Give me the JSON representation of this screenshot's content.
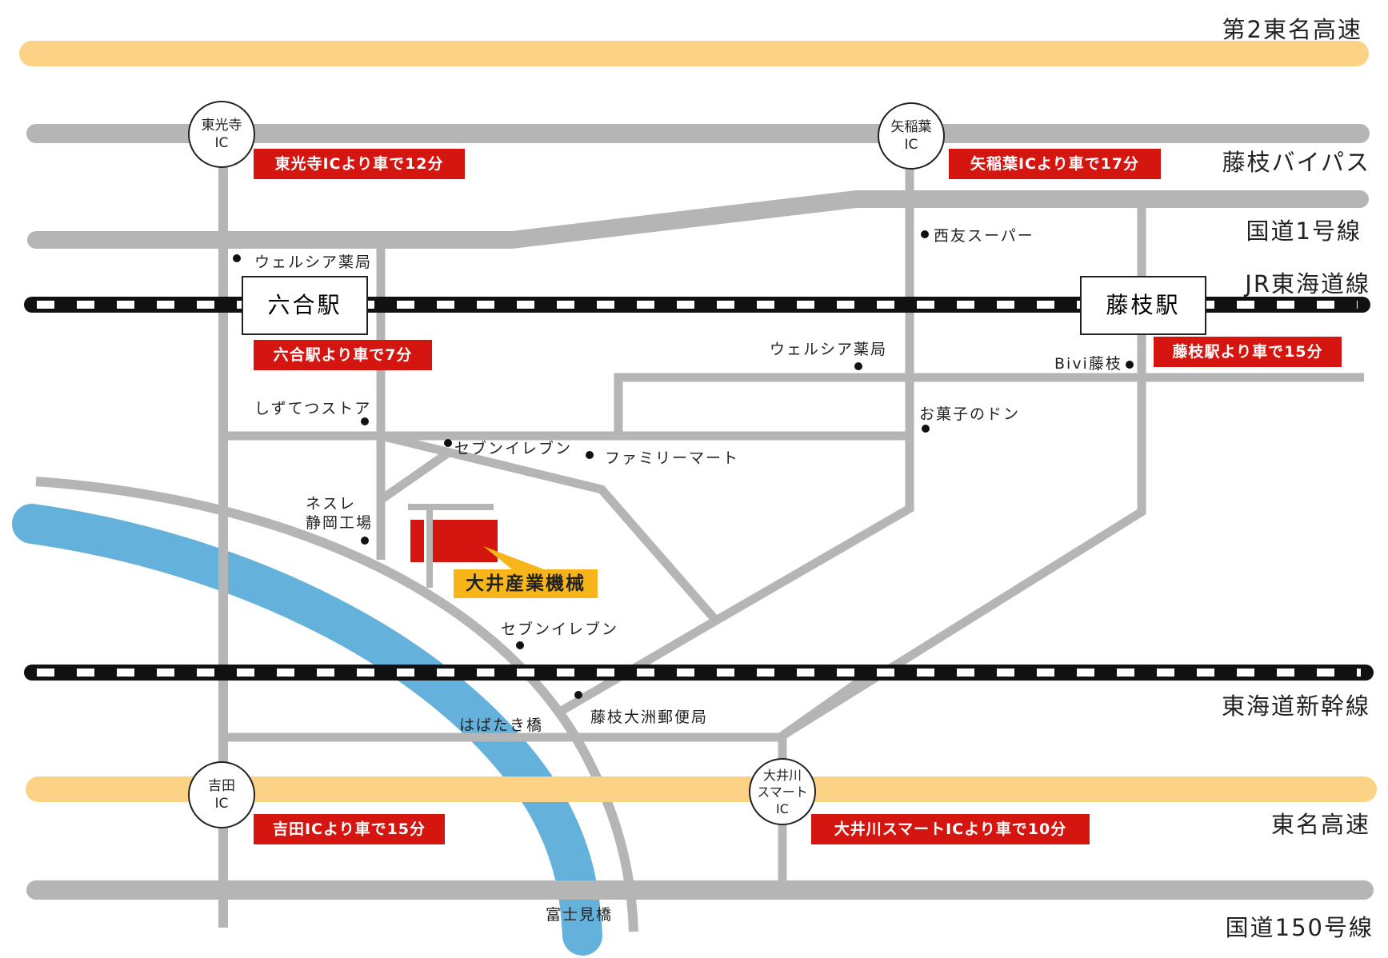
{
  "roads": {
    "tomei2": "第2東名高速",
    "bypass": "藤枝バイパス",
    "route1": "国道1号線",
    "jr_tokaido": "JR東海道線",
    "shinkansen": "東海道新幹線",
    "tomei": "東名高速",
    "route150": "国道150号線"
  },
  "interchanges": {
    "tokoji": [
      "東光寺",
      "IC"
    ],
    "yaina": [
      "矢稲葉",
      "IC"
    ],
    "yoshida": [
      "吉田",
      "IC"
    ],
    "oigawa": [
      "大井川",
      "スマート",
      "IC"
    ]
  },
  "access_notes": {
    "tokoji": "東光寺ICより車で12分",
    "yaina": "矢稲葉ICより車で17分",
    "rokugo": "六合駅より車で7分",
    "fujieda": "藤枝駅より車で15分",
    "yoshida": "吉田ICより車で15分",
    "oigawa": "大井川スマートICより車で10分"
  },
  "stations": {
    "rokugo": "六合駅",
    "fujieda": "藤枝駅"
  },
  "target": "大井産業機械",
  "landmarks": {
    "welcia1": "ウェルシア薬局",
    "nishitomo": "西友スーパー",
    "welcia2": "ウェルシア薬局",
    "bivi": "Bivi藤枝",
    "shizutetsu": "しずてつストア",
    "okashi": "お菓子のドン",
    "seven1": "セブンイレブン",
    "familymart": "ファミリーマート",
    "nestle": [
      "ネスレ",
      "静岡工場"
    ],
    "seven2": "セブンイレブン",
    "post": "藤枝大洲郵便局",
    "habataki": "はばたき橋",
    "fujimi": "富士見橋"
  },
  "colors": {
    "expressway": "#fcd386",
    "road": "#b5b5b5",
    "river": "#64b1dc",
    "accent_red": "#d51510",
    "target_yellow": "#f7b51a"
  }
}
